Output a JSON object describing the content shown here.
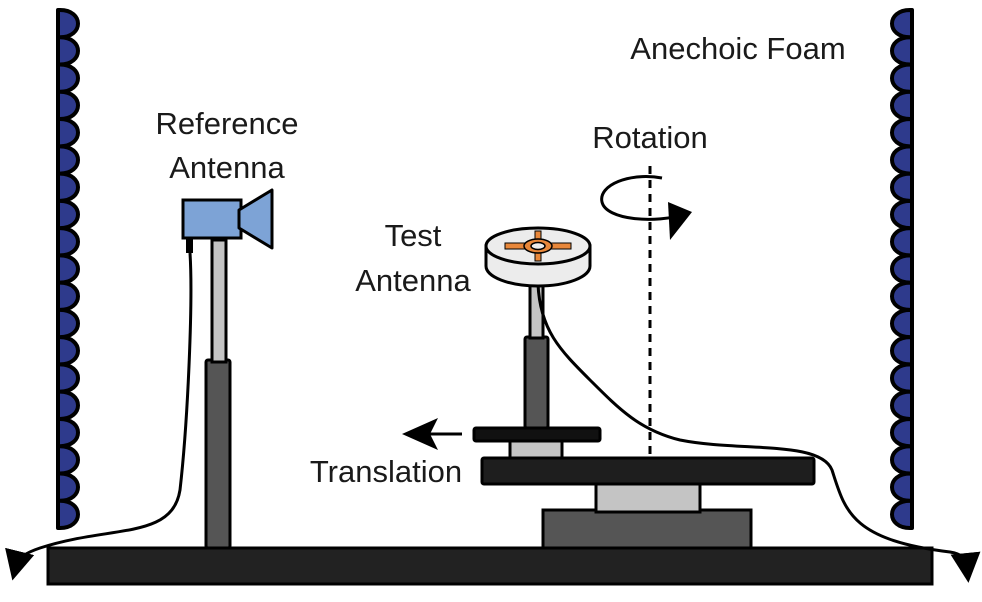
{
  "labels": {
    "anechoic_foam": "Anechoic Foam",
    "reference_antenna_line1": "Reference",
    "reference_antenna_line2": "Antenna",
    "rotation": "Rotation",
    "test_antenna_line1": "Test",
    "test_antenna_line2": "Antenna",
    "translation": "Translation"
  },
  "colors": {
    "foam": "#2e3a8c",
    "reference_antenna": "#7da3d6",
    "test_antenna_element": "#e8873a",
    "test_antenna_radome": "#ececec",
    "post_dark": "#555555",
    "post_light": "#c4c4c4",
    "base": "#222222"
  }
}
